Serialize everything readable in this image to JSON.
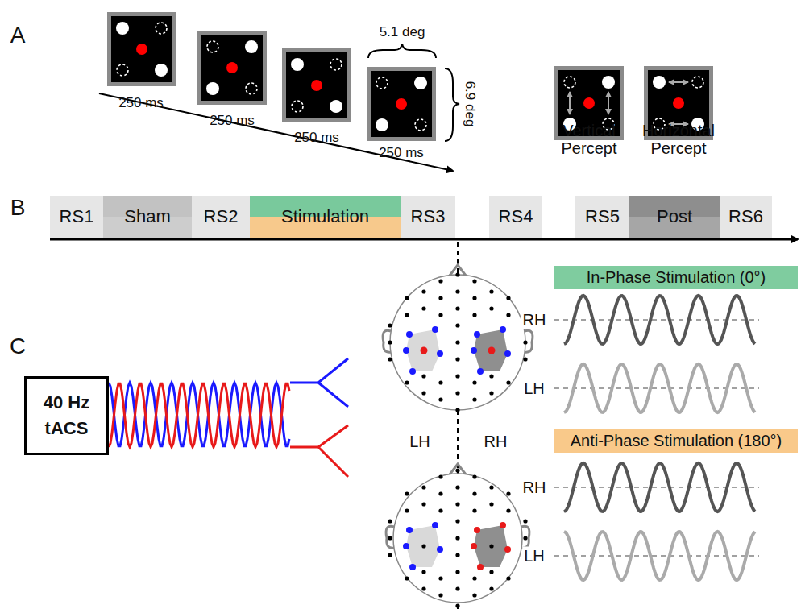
{
  "diagram": {
    "nodes": [
      {
        "text": [
          "RS1"
        ]
      },
      {
        "text": [
          "Sham"
        ]
      },
      {
        "text": [
          "RS2"
        ]
      },
      {
        "text": [
          "Stimulation"
        ]
      },
      {
        "text": [
          "RS3"
        ]
      },
      {
        "text": [
          "RS4"
        ]
      },
      {
        "text": [
          "RS5"
        ]
      },
      {
        "text": [
          "Post"
        ]
      },
      {
        "text": [
          "RS6"
        ]
      },
      {
        "text": [
          "40 Hz tACS"
        ]
      },
      {
        "text": [
          "In-Phase Stimulation (0°)"
        ]
      },
      {
        "text": [
          "Anti-Phase Stimulation (180°)"
        ]
      }
    ],
    "labels": [
      "A",
      "250 ms",
      "250 ms",
      "250 ms",
      "250 ms",
      "5.1 deg",
      "6.9 deg",
      "Vertical Percept",
      "Horizontal Percept",
      "B",
      "C",
      "LH",
      "RH",
      "RH",
      "LH",
      "RH",
      "LH"
    ]
  }
}
